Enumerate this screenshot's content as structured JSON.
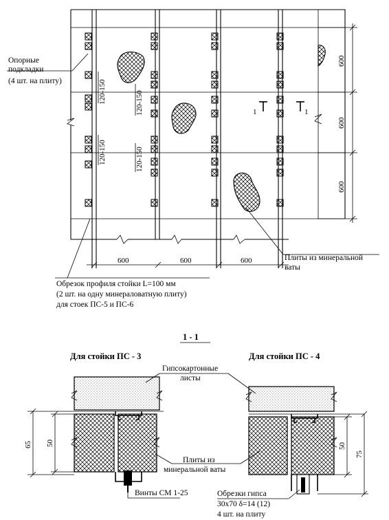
{
  "labels": {
    "support_pads": [
      "Опорные",
      "подкладки",
      "(4 шт. на плиту)"
    ],
    "mineral_wool_top": [
      "Плиты из минеральной",
      "ваты"
    ],
    "profile_cut": [
      "Обрезок профиля стойки L=100 мм",
      "(2 шт. на одну минераловатную плиту)",
      "для стоек ПС-5 и ПС-6"
    ],
    "section_title": "1 - 1",
    "section_mark": "1",
    "for_ps3": "Для стойки ПС - 3",
    "for_ps4": "Для стойки ПС - 4",
    "gypsum_sheets": [
      "Гипсокартонные",
      "листы"
    ],
    "mineral_wool_bottom": [
      "Плиты из",
      "минеральной ваты"
    ],
    "screws": "Винты СМ 1-25",
    "gypsum_cuts": [
      "Обрезки гипса",
      "30х70  δ=14 (12)",
      "4 шт. на плиту"
    ]
  },
  "dimensions": {
    "horizontal": [
      "600",
      "600",
      "600"
    ],
    "vertical": [
      "600",
      "600",
      "600"
    ],
    "pad_gap": [
      "120-150",
      "120-150",
      "120-150",
      "120-150"
    ],
    "section_left": [
      "65",
      "50"
    ],
    "section_right": [
      "50",
      "75"
    ]
  }
}
